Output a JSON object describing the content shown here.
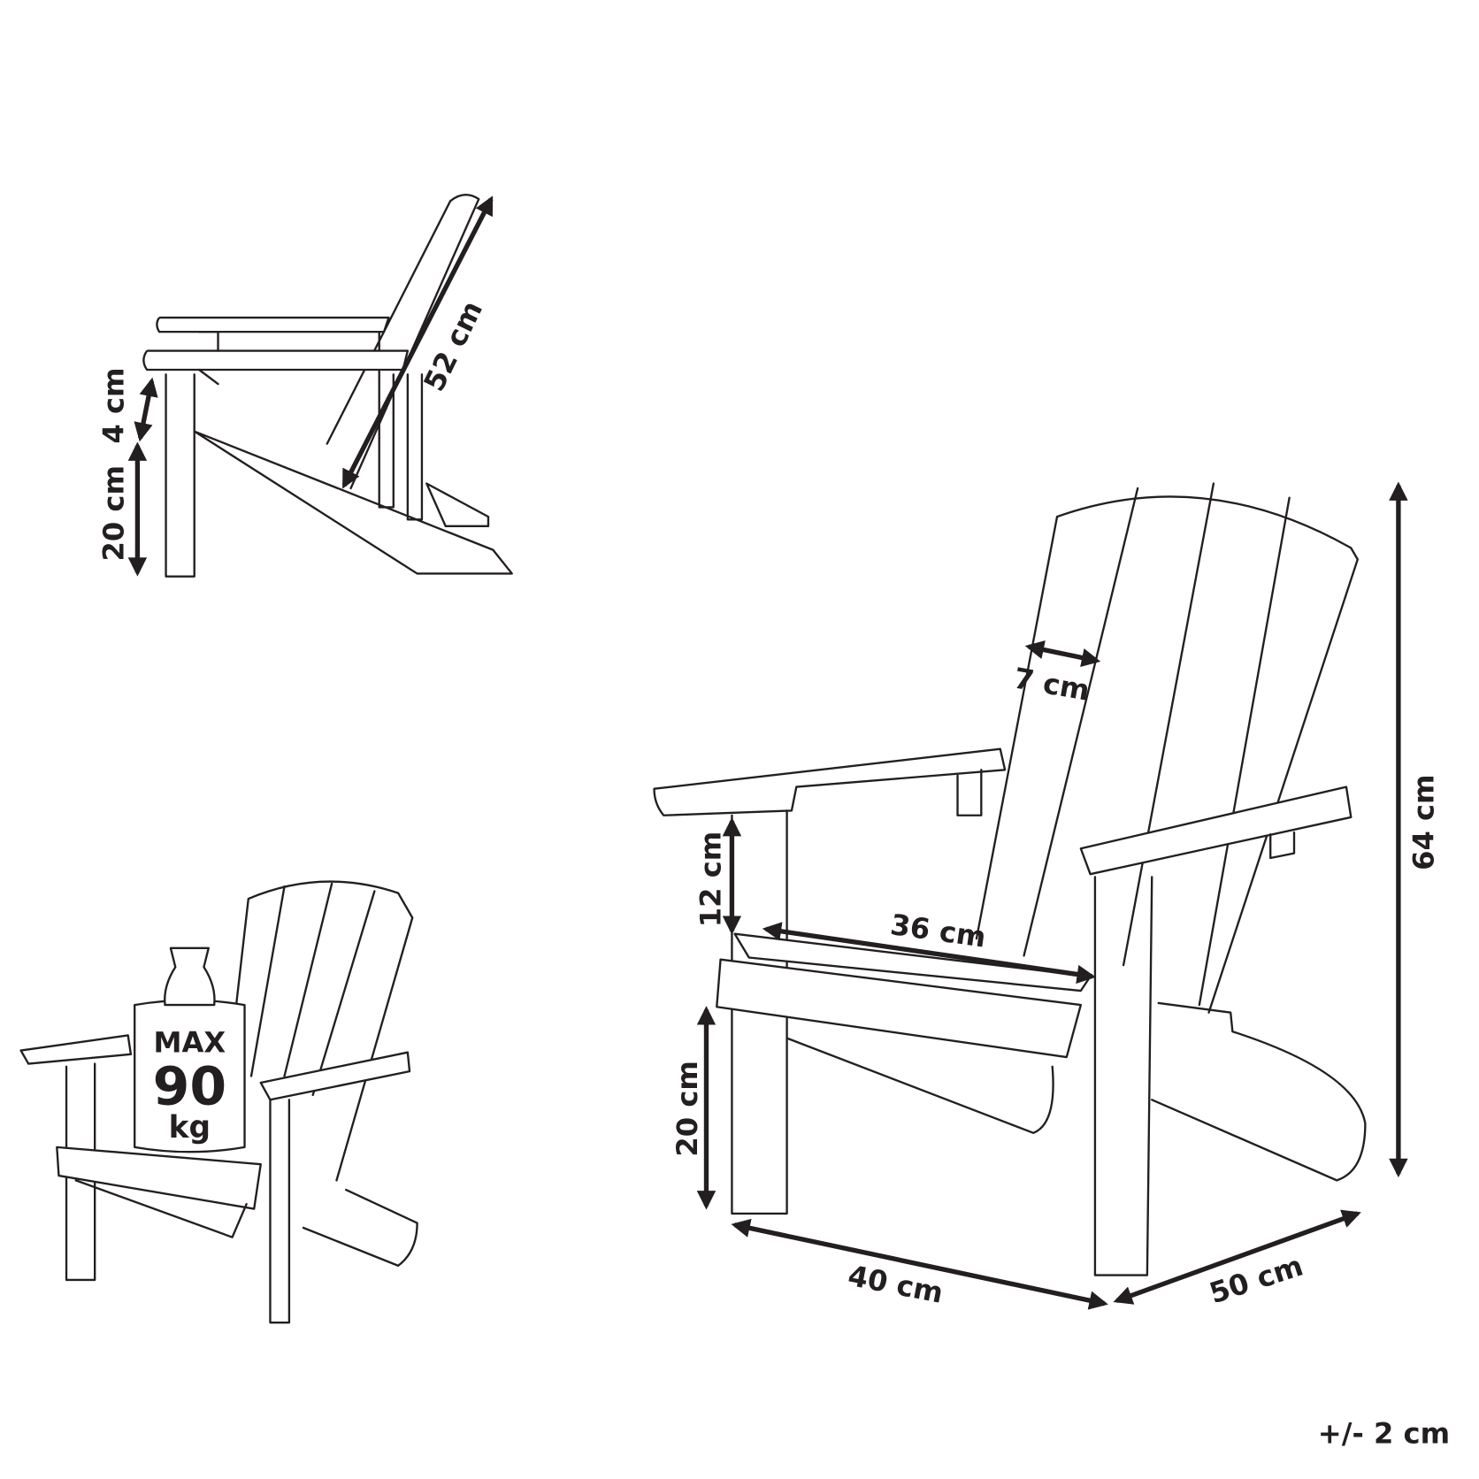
{
  "side_view": {
    "backrest_length": "52 cm",
    "armrest_thickness": "4 cm",
    "leg_height": "20 cm"
  },
  "load_view": {
    "weight_label": "MAX",
    "weight_value": "90",
    "weight_unit": "kg"
  },
  "front_view": {
    "slat_width": "7 cm",
    "armrest_height": "12 cm",
    "seat_width": "36 cm",
    "seat_height": "20 cm",
    "total_height": "64 cm",
    "width": "40 cm",
    "depth": "50 cm"
  },
  "tolerance": "+/- 2 cm",
  "line_color": "#231f20"
}
